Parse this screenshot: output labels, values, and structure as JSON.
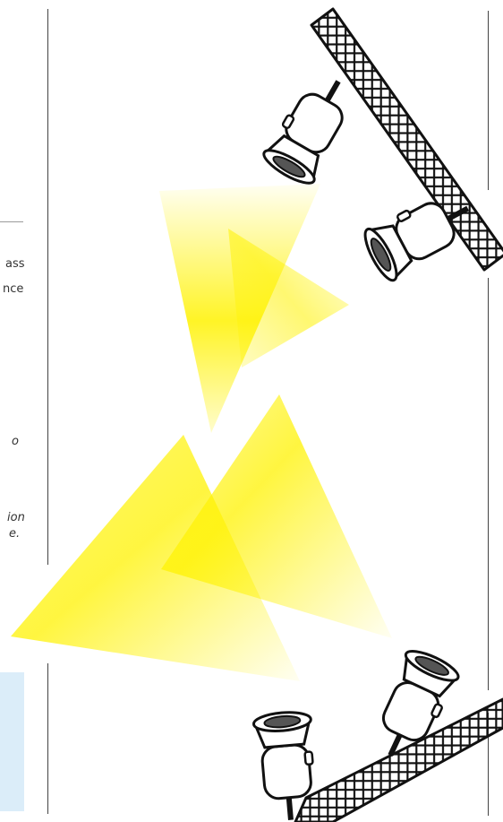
{
  "left_column_fragments": [
    "ass",
    "nce",
    "o",
    "ion",
    "e."
  ],
  "colors": {
    "light_beam": "#fff200",
    "rule": "#444444",
    "callout_bg": "#dbedf9",
    "ink": "#111111"
  },
  "illustration": {
    "subject": "stage-lights-on-truss-icon",
    "lamps": 4,
    "beams": 4
  }
}
